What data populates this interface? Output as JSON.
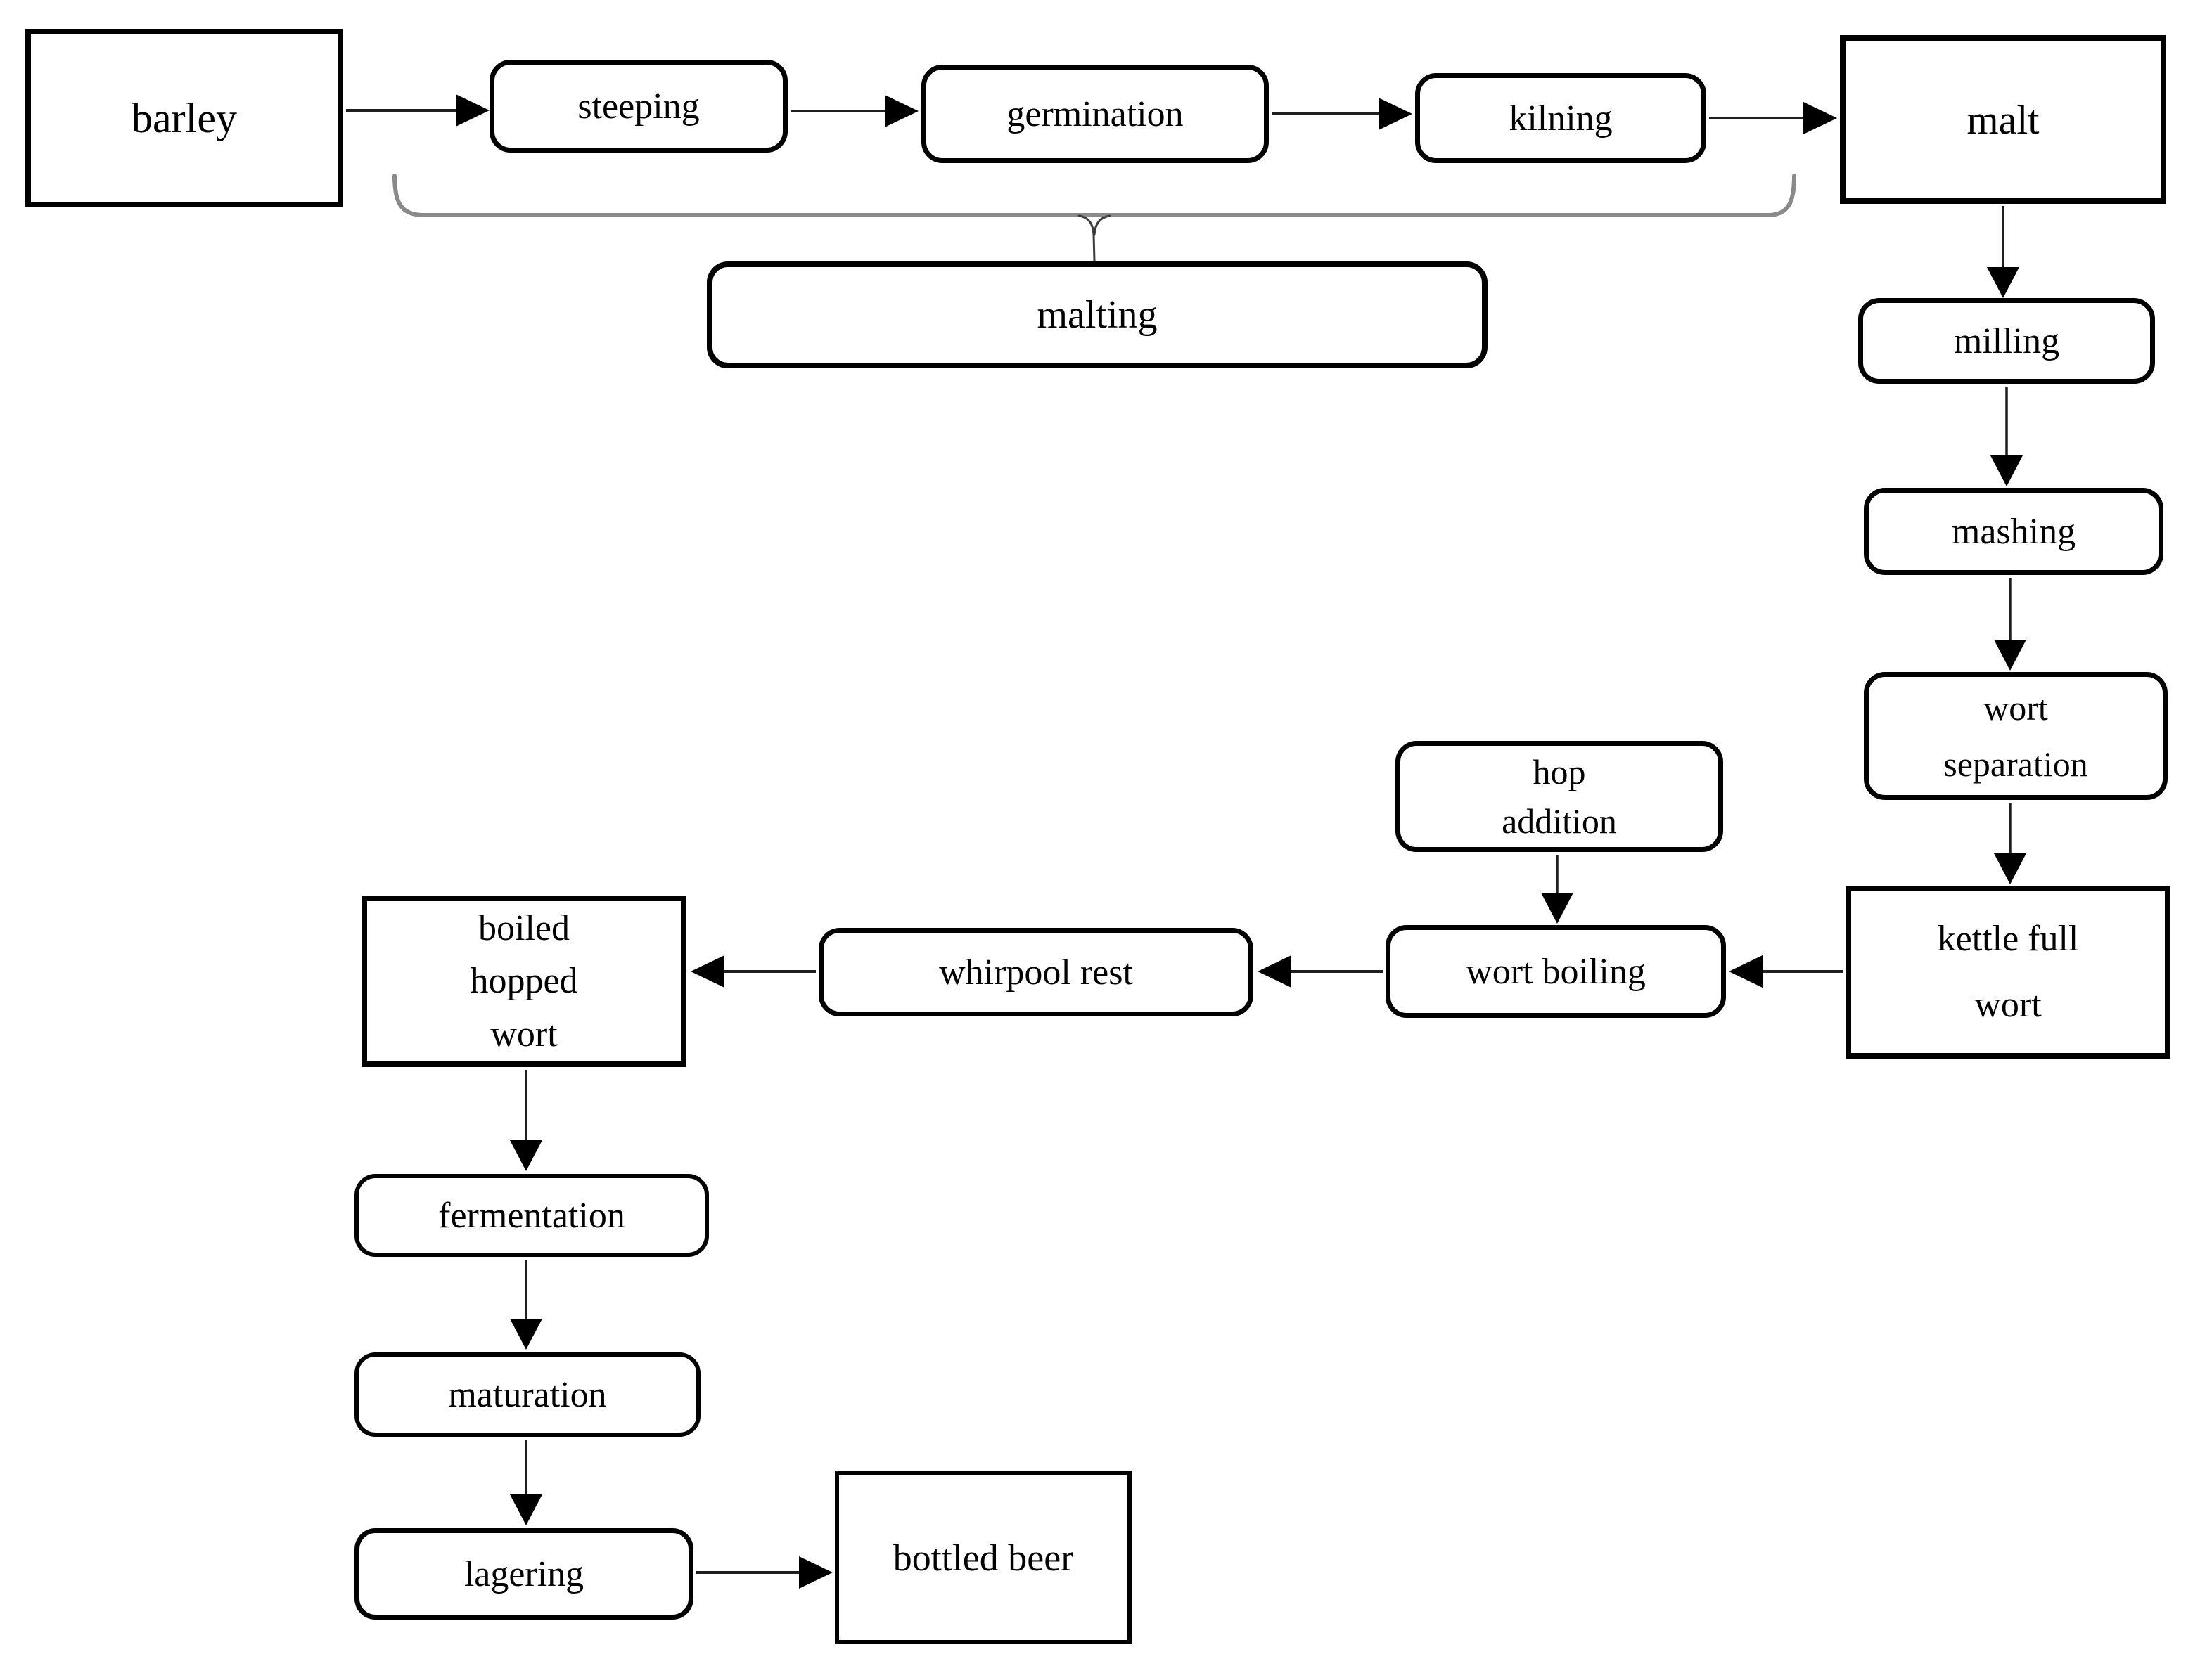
{
  "diagram": {
    "description": "Flowchart of the beer brewing process",
    "nodes": {
      "barley": {
        "label": "barley"
      },
      "steeping": {
        "label": "steeping"
      },
      "germination": {
        "label": "germination"
      },
      "kilning": {
        "label": "kilning"
      },
      "malt": {
        "label": "malt"
      },
      "malting": {
        "label": "malting"
      },
      "milling": {
        "label": "milling"
      },
      "mashing": {
        "label": "mashing"
      },
      "wort_separation": {
        "label": "wort separation",
        "lines": [
          "wort",
          "separation"
        ]
      },
      "hop_addition": {
        "label": "hop addition",
        "lines": [
          "hop",
          "addition"
        ]
      },
      "kettle_full_wort": {
        "label": "kettle full wort",
        "lines": [
          "kettle full",
          "wort"
        ]
      },
      "wort_boiling": {
        "label": "wort boiling"
      },
      "whirpool_rest": {
        "label": "whirpool rest"
      },
      "boiled_hopped_wort": {
        "label": "boiled hopped wort",
        "lines": [
          "boiled",
          "hopped",
          "wort"
        ]
      },
      "fermentation": {
        "label": "fermentation"
      },
      "maturation": {
        "label": "maturation"
      },
      "lagering": {
        "label": "lagering"
      },
      "bottled_beer": {
        "label": "bottled beer"
      }
    },
    "edges": [
      {
        "from": "barley",
        "to": "steeping"
      },
      {
        "from": "steeping",
        "to": "germination"
      },
      {
        "from": "germination",
        "to": "kilning"
      },
      {
        "from": "kilning",
        "to": "malt"
      },
      {
        "from": "malt",
        "to": "milling"
      },
      {
        "from": "milling",
        "to": "mashing"
      },
      {
        "from": "mashing",
        "to": "wort separation"
      },
      {
        "from": "wort separation",
        "to": "kettle full wort"
      },
      {
        "from": "hop addition",
        "to": "wort boiling"
      },
      {
        "from": "kettle full wort",
        "to": "wort boiling"
      },
      {
        "from": "wort boiling",
        "to": "whirpool rest"
      },
      {
        "from": "whirpool rest",
        "to": "boiled hopped wort"
      },
      {
        "from": "boiled hopped wort",
        "to": "fermentation"
      },
      {
        "from": "fermentation",
        "to": "maturation"
      },
      {
        "from": "maturation",
        "to": "lagering"
      },
      {
        "from": "lagering",
        "to": "bottled beer"
      }
    ],
    "brace": {
      "groups": [
        "steeping",
        "germination",
        "kilning"
      ],
      "points_to": "malting"
    },
    "colors": {
      "background": "#ffffff",
      "box_border": "#000000",
      "text": "#000000",
      "brace_line": "#8a8a8a",
      "arrow": "#1f1f1f"
    }
  }
}
